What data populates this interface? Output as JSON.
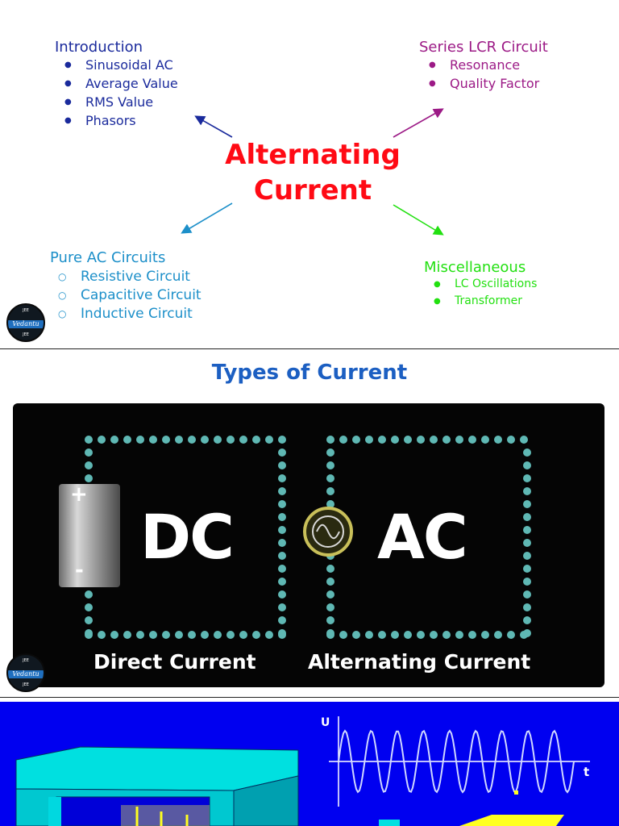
{
  "mindmap": {
    "title_line1": "Alternating",
    "title_line2": "Current",
    "introduction": {
      "heading": "Introduction",
      "items": [
        "Sinusoidal AC",
        "Average Value",
        "RMS Value",
        "Phasors"
      ]
    },
    "series_lcr": {
      "heading": "Series LCR Circuit",
      "items": [
        "Resonance",
        "Quality Factor"
      ]
    },
    "pure_ac": {
      "heading": "Pure AC Circuits",
      "items": [
        "Resistive Circuit",
        "Capacitive Circuit",
        "Inductive Circuit"
      ]
    },
    "misc": {
      "heading": "Miscellaneous",
      "items": [
        "LC Oscillations",
        "Transformer"
      ]
    },
    "colors": {
      "introduction": "#1a2a9c",
      "series_lcr": "#9c1a86",
      "pure_ac": "#1c8fc9",
      "misc": "#22e010",
      "title": "#ff0a14"
    }
  },
  "logo": {
    "text": "Vedantu",
    "tag": "JEE"
  },
  "types_section": {
    "heading": "Types of Current",
    "heading_color": "#1c5fc2",
    "dc_label": "DC",
    "ac_label": "AC",
    "battery_plus": "+",
    "battery_minus": "-",
    "dc_caption": "Direct Current",
    "ac_caption": "Alternating Current",
    "dot_color": "#5fb8b4"
  },
  "generator_panel": {
    "axis_u": "U",
    "axis_t": "t",
    "background": "#0000f0"
  }
}
